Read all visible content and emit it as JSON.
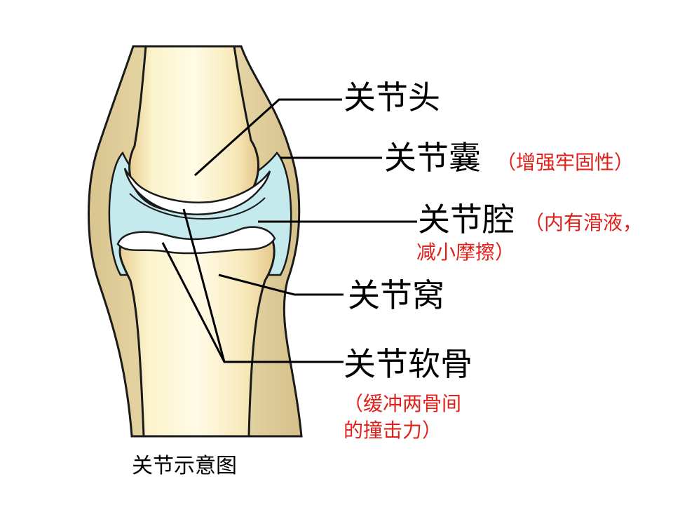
{
  "labels": {
    "head": "关节头",
    "capsule": "关节囊",
    "capsule_note": "（增强牢固性）",
    "cavity": "关节腔",
    "cavity_note_1": "（内有滑液，",
    "cavity_note_2": "减小摩擦）",
    "socket": "关节窝",
    "cartilage": "关节软骨",
    "cartilage_note_1": "（缓冲两骨间",
    "cartilage_note_2": "的撞击力）"
  },
  "caption": "关节示意图",
  "colors": {
    "note_text": "#e0201a",
    "bone": "#fbf2c8",
    "bone_shadow": "#ecd49a",
    "capsule": "#e8d9a8",
    "synovial": "#c4eaee",
    "cartilage": "#ffffff",
    "outline": "#1a1a1a"
  }
}
